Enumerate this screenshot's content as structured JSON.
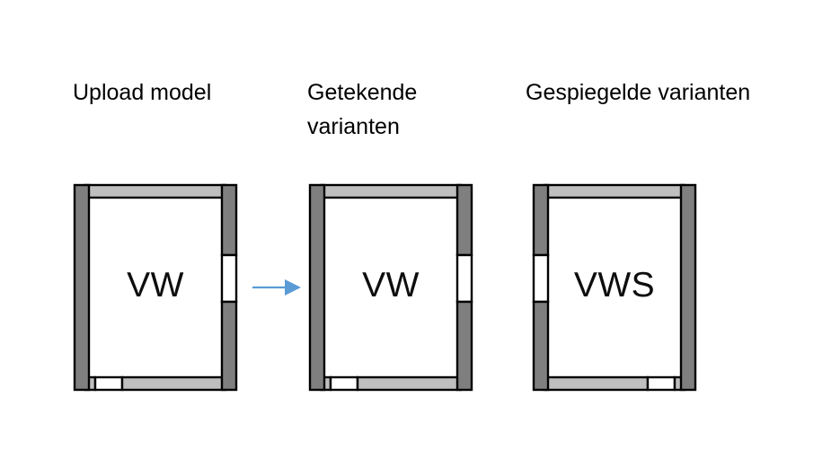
{
  "page": {
    "background": "#ffffff",
    "language": "nl"
  },
  "headings": [
    {
      "id": "upload",
      "text": "Upload model"
    },
    {
      "id": "drawn",
      "text": "Getekende\nvarianten"
    },
    {
      "id": "mirrored",
      "text": "Gespiegelde varianten"
    }
  ],
  "colors": {
    "wall_dark": "#7F7F7F",
    "wall_light": "#BFBFBF",
    "outline": "#000000",
    "opening_fill": "#FFFFFF",
    "arrow": "#5B9BD5",
    "text": "#000000"
  },
  "diagrams": [
    {
      "id": "plan-1",
      "name": "upload-model-floorplan",
      "label": "VW",
      "mirrored": false,
      "walls": {
        "left": "dark",
        "right": "dark",
        "top": "light",
        "bottom": "light"
      },
      "openings": [
        {
          "wall": "right",
          "type": "window",
          "position": "middle"
        },
        {
          "wall": "bottom",
          "type": "door",
          "position": "left"
        }
      ]
    },
    {
      "id": "plan-2",
      "name": "drawn-variant-floorplan",
      "label": "VW",
      "mirrored": false,
      "walls": {
        "left": "dark",
        "right": "dark",
        "top": "light",
        "bottom": "light"
      },
      "openings": [
        {
          "wall": "right",
          "type": "window",
          "position": "middle"
        },
        {
          "wall": "bottom",
          "type": "door",
          "position": "left"
        }
      ]
    },
    {
      "id": "plan-3",
      "name": "mirrored-variant-floorplan",
      "label": "VWS",
      "mirrored": true,
      "walls": {
        "left": "dark",
        "right": "dark",
        "top": "light",
        "bottom": "light"
      },
      "openings": [
        {
          "wall": "left",
          "type": "window",
          "position": "middle"
        },
        {
          "wall": "bottom",
          "type": "door",
          "position": "right"
        }
      ]
    }
  ],
  "arrow": {
    "name": "transform-arrow",
    "direction": "right",
    "color": "#5B9BD5",
    "from": "upload-model-floorplan",
    "to": "drawn-variant-floorplan"
  }
}
